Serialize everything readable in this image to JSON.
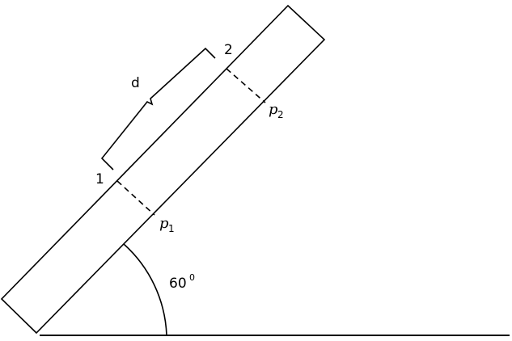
{
  "diagram": {
    "labels": {
      "section_one": "1",
      "section_two": "2",
      "distance": "d",
      "pressure_one_symbol": "p",
      "pressure_one_subscript": "1",
      "pressure_two_symbol": "p",
      "pressure_two_subscript": "2",
      "angle_value": "60",
      "angle_superscript": "0"
    },
    "angle_degrees": 60,
    "colors": {
      "stroke": "#000000",
      "background": "#ffffff"
    }
  }
}
